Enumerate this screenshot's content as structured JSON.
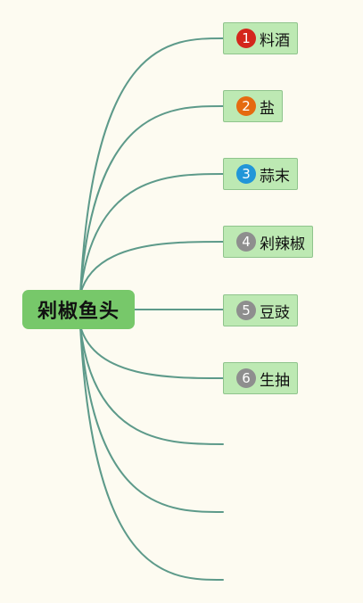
{
  "root": {
    "label": "剁椒鱼头"
  },
  "branches": [
    {
      "num": "1",
      "label": "料酒",
      "badge_color": "#d4261c"
    },
    {
      "num": "2",
      "label": "盐",
      "badge_color": "#e56a10"
    },
    {
      "num": "3",
      "label": "蒜末",
      "badge_color": "#2196d8"
    },
    {
      "num": "4",
      "label": "剁辣椒",
      "badge_color": "#8e8e8e"
    },
    {
      "num": "5",
      "label": "豆豉",
      "badge_color": "#8e8e8e"
    },
    {
      "num": "6",
      "label": "生抽",
      "badge_color": "#8e8e8e"
    }
  ],
  "colors": {
    "background": "#fdfbf1",
    "connector": "#5d9a8a",
    "root_fill": "#77c86a",
    "node_fill": "#bde9b3",
    "node_border": "#8fc48c"
  }
}
